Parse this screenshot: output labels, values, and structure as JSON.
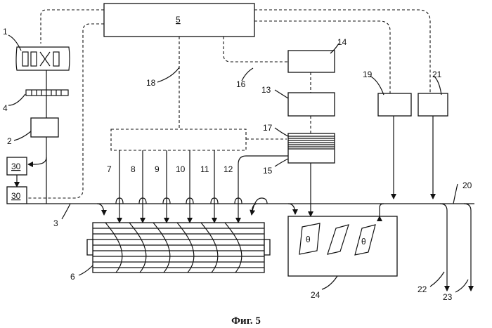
{
  "labels": {
    "l1": "1",
    "l2": "2",
    "l3": "3",
    "l4": "4",
    "l5": "5",
    "l6": "6",
    "l7": "7",
    "l8": "8",
    "l9": "9",
    "l10": "10",
    "l11": "11",
    "l12": "12",
    "l13": "13",
    "l14": "14",
    "l15": "15",
    "l16": "16",
    "l17": "17",
    "l18": "18",
    "l19": "19",
    "l20": "20",
    "l21": "21",
    "l22": "22",
    "l23": "23",
    "l24": "24",
    "l30a": "30",
    "l30b": "30"
  },
  "card_symbols": [
    "θ",
    "θ"
  ],
  "caption": "Фиг. 5"
}
